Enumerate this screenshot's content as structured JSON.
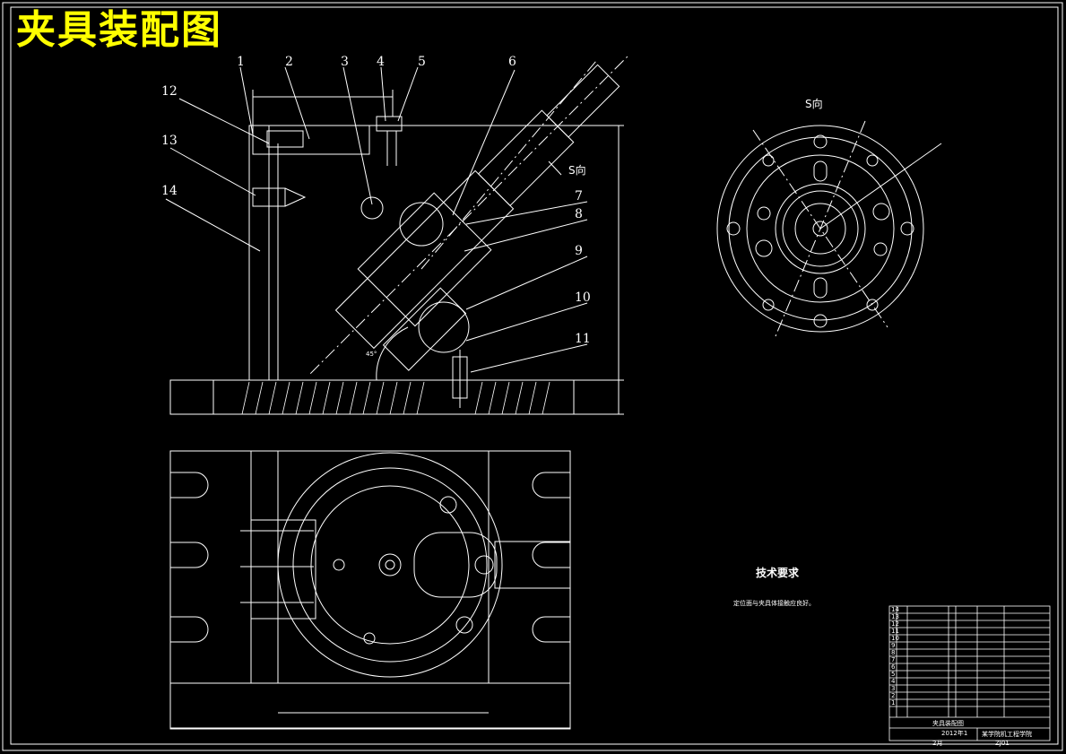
{
  "drawing": {
    "title": "夹具装配图",
    "view_label": "S向",
    "view_arrow_label": "S向",
    "tech_req_title": "技术要求",
    "tech_req_text": "定位面与夹具体接触应良好。",
    "balloons": [
      "1",
      "2",
      "3",
      "4",
      "5",
      "6",
      "7",
      "8",
      "9",
      "10",
      "11",
      "12",
      "13",
      "14"
    ],
    "angle_label": "45°"
  },
  "title_block": {
    "name": "夹具装配图",
    "school": "某学院机工程学院",
    "date": "2012年1",
    "month": "2月",
    "code": "ZJ01",
    "rows": [
      "14",
      "13",
      "12",
      "11",
      "10",
      "9",
      "8",
      "7",
      "6",
      "5",
      "4",
      "3",
      "2",
      "1"
    ]
  },
  "colors": {
    "line": "#ffffff",
    "title": "#ffff00",
    "background": "#000000"
  }
}
